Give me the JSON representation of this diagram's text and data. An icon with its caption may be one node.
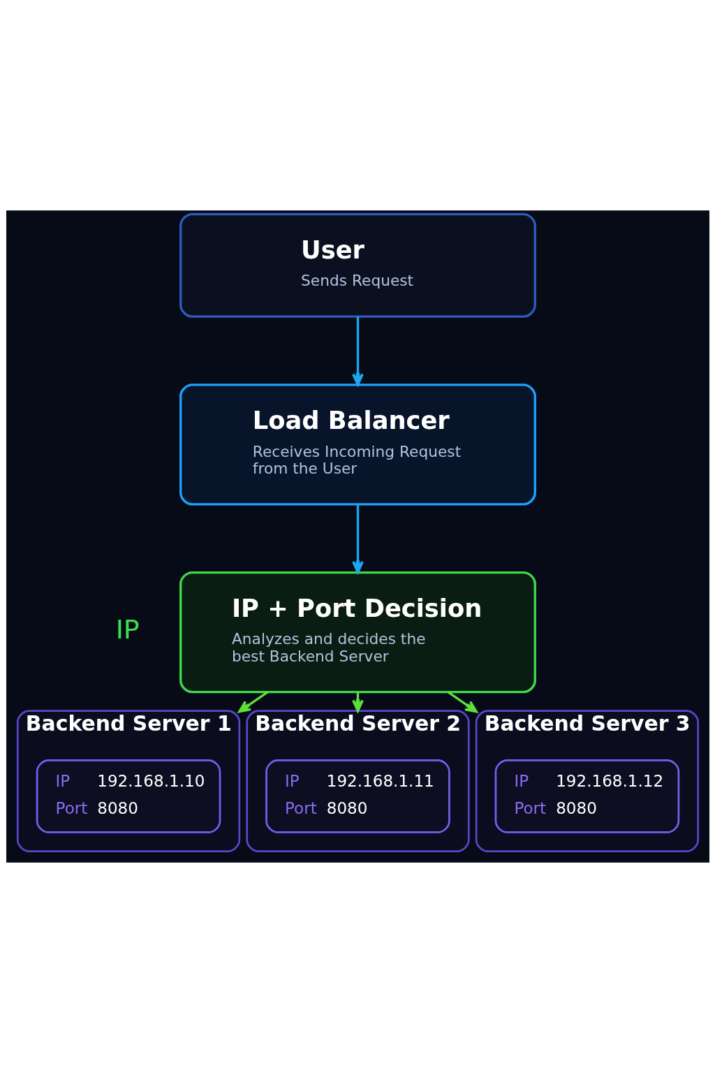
{
  "diagram": {
    "nodes": [
      {
        "text": [
          "User",
          "Sends Request"
        ]
      },
      {
        "text": [
          "Load Balancer",
          "Receives Incoming Request from the User"
        ]
      },
      {
        "text": [
          "IP + Port Decision",
          "Analyzes and decides the best Backend Server"
        ]
      },
      {
        "text": [
          "Backend Server 1"
        ]
      },
      {
        "text": [
          "IP",
          "192.168.1.10",
          "Port",
          "8080"
        ],
        "in": 3
      },
      {
        "text": [
          "Backend Server 2"
        ]
      },
      {
        "text": [
          "IP",
          "192.168.1.11",
          "Port",
          "8080"
        ],
        "in": 5
      },
      {
        "text": [
          "Backend Server 3"
        ]
      },
      {
        "text": [
          "IP",
          "192.168.1.12",
          "Port",
          "8080"
        ],
        "in": 7
      }
    ],
    "edges": [
      {
        "from": 0,
        "to": 1,
        "arrow": "to",
        "color": "#1aa8f0"
      },
      {
        "from": 1,
        "to": 2,
        "arrow": "to",
        "color": "#1aa8f0"
      },
      {
        "from": 2,
        "to": 3,
        "arrow": "to",
        "color": "#5ee03a"
      },
      {
        "from": 2,
        "to": 5,
        "arrow": "to",
        "color": "#5ee03a"
      },
      {
        "from": 2,
        "to": 7,
        "arrow": "to",
        "color": "#5ee03a"
      }
    ],
    "labels": [
      "IP"
    ]
  }
}
